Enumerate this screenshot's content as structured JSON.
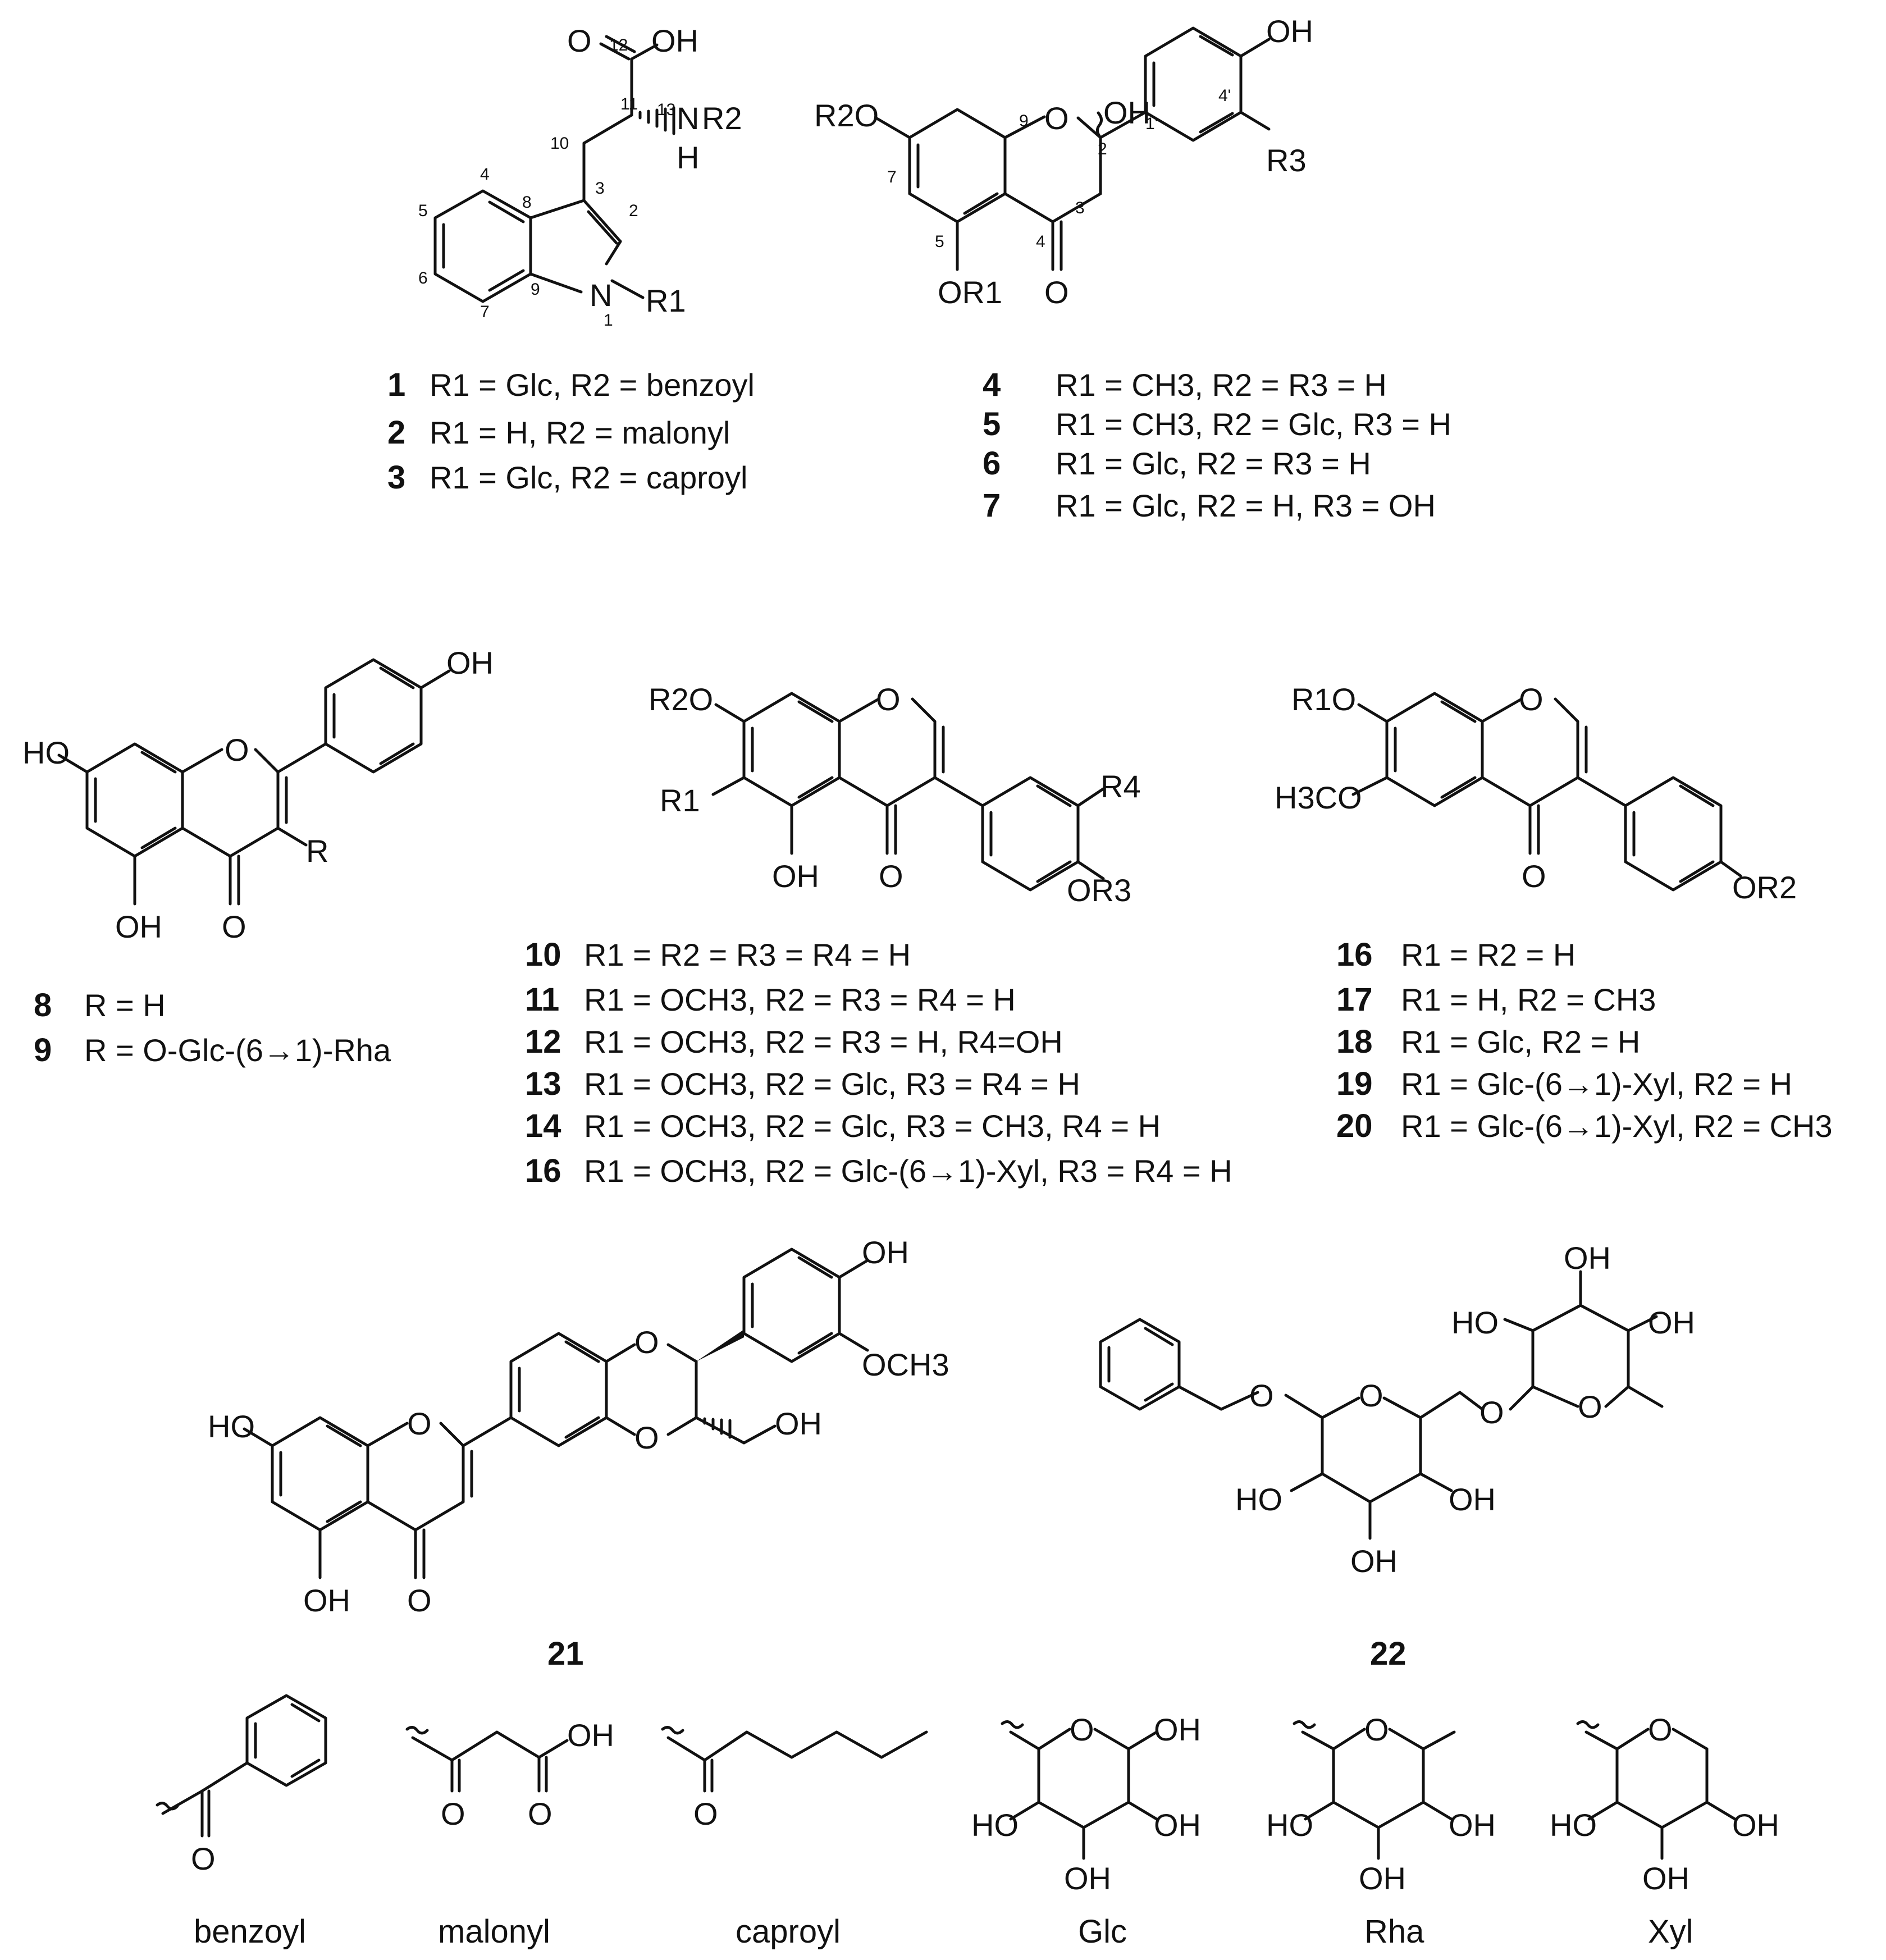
{
  "structures": {
    "s1_3": {
      "atoms": [
        "O",
        "OH",
        "N",
        "H",
        "R2",
        "N",
        "R1"
      ],
      "numbers": [
        "12",
        "11",
        "13",
        "10",
        "3",
        "2",
        "4",
        "8",
        "5",
        "6",
        "9",
        "7",
        "1"
      ],
      "captions": [
        {
          "id": "1",
          "text": "R1 = Glc, R2 = benzoyl"
        },
        {
          "id": "2",
          "text": "R1 = H, R2 = malonyl"
        },
        {
          "id": "3",
          "text": "R1 = Glc, R2 = caproyl"
        }
      ]
    },
    "s4_7": {
      "atoms": [
        "OH",
        "R2O",
        "O",
        "OH",
        "R3",
        "OR1",
        "O"
      ],
      "numbers": [
        "4'",
        "9",
        "7",
        "2",
        "1'",
        "3",
        "4",
        "5"
      ],
      "captions": [
        {
          "id": "4",
          "text": "R1 = CH3, R2 = R3 = H"
        },
        {
          "id": "5",
          "text": "R1 = CH3, R2 = Glc, R3 = H"
        },
        {
          "id": "6",
          "text": "R1 = Glc, R2 = R3 = H"
        },
        {
          "id": "7",
          "text": "R1 = Glc, R2 = H, R3 = OH"
        }
      ]
    },
    "s8_9": {
      "atoms": [
        "OH",
        "HO",
        "O",
        "R",
        "OH",
        "O"
      ],
      "captions": [
        {
          "id": "8",
          "text": "R = H"
        },
        {
          "id": "9",
          "text": "R = O-Glc-(6→1)-Rha"
        }
      ]
    },
    "s10_16": {
      "atoms": [
        "R2O",
        "O",
        "R4",
        "R1",
        "OH",
        "O",
        "OR3"
      ],
      "captions": [
        {
          "id": "10",
          "text": "R1 = R2 = R3 = R4 = H"
        },
        {
          "id": "11",
          "text": "R1 = OCH3, R2 = R3 = R4 = H"
        },
        {
          "id": "12",
          "text": "R1 = OCH3, R2 = R3 = H, R4=OH"
        },
        {
          "id": "13",
          "text": "R1 = OCH3, R2 = Glc, R3 = R4 = H"
        },
        {
          "id": "14",
          "text": "R1 = OCH3, R2 = Glc, R3 = CH3, R4 = H"
        },
        {
          "id": "16",
          "text": "R1 = OCH3, R2 = Glc-(6→1)-Xyl, R3 = R4 = H"
        }
      ]
    },
    "s16_20": {
      "atoms": [
        "R1O",
        "O",
        "H3CO",
        "O",
        "OR2"
      ],
      "captions": [
        {
          "id": "16",
          "text": "R1 = R2 = H"
        },
        {
          "id": "17",
          "text": "R1 = H, R2 = CH3"
        },
        {
          "id": "18",
          "text": "R1 = Glc, R2 = H"
        },
        {
          "id": "19",
          "text": "R1 = Glc-(6→1)-Xyl, R2 = H"
        },
        {
          "id": "20",
          "text": "R1 = Glc-(6→1)-Xyl, R2 = CH3"
        }
      ]
    },
    "s21": {
      "id": "21",
      "atoms": [
        "OH",
        "O",
        "OCH3",
        "HO",
        "O",
        "OH",
        "O",
        "OH",
        "O"
      ]
    },
    "s22": {
      "id": "22",
      "atoms": [
        "OH",
        "HO",
        "OH",
        "O",
        "O",
        "O",
        "O",
        "HO",
        "OH",
        "OH"
      ]
    },
    "substituents": [
      {
        "name": "benzoyl",
        "atoms": [
          "O"
        ]
      },
      {
        "name": "malonyl",
        "atoms": [
          "OH",
          "O",
          "O"
        ]
      },
      {
        "name": "caproyl",
        "atoms": [
          "O"
        ]
      },
      {
        "name": "Glc",
        "atoms": [
          "O",
          "OH",
          "HO",
          "OH",
          "OH"
        ]
      },
      {
        "name": "Rha",
        "atoms": [
          "O",
          "HO",
          "OH",
          "OH"
        ]
      },
      {
        "name": "Xyl",
        "atoms": [
          "O",
          "HO",
          "OH",
          "OH"
        ]
      }
    ]
  }
}
